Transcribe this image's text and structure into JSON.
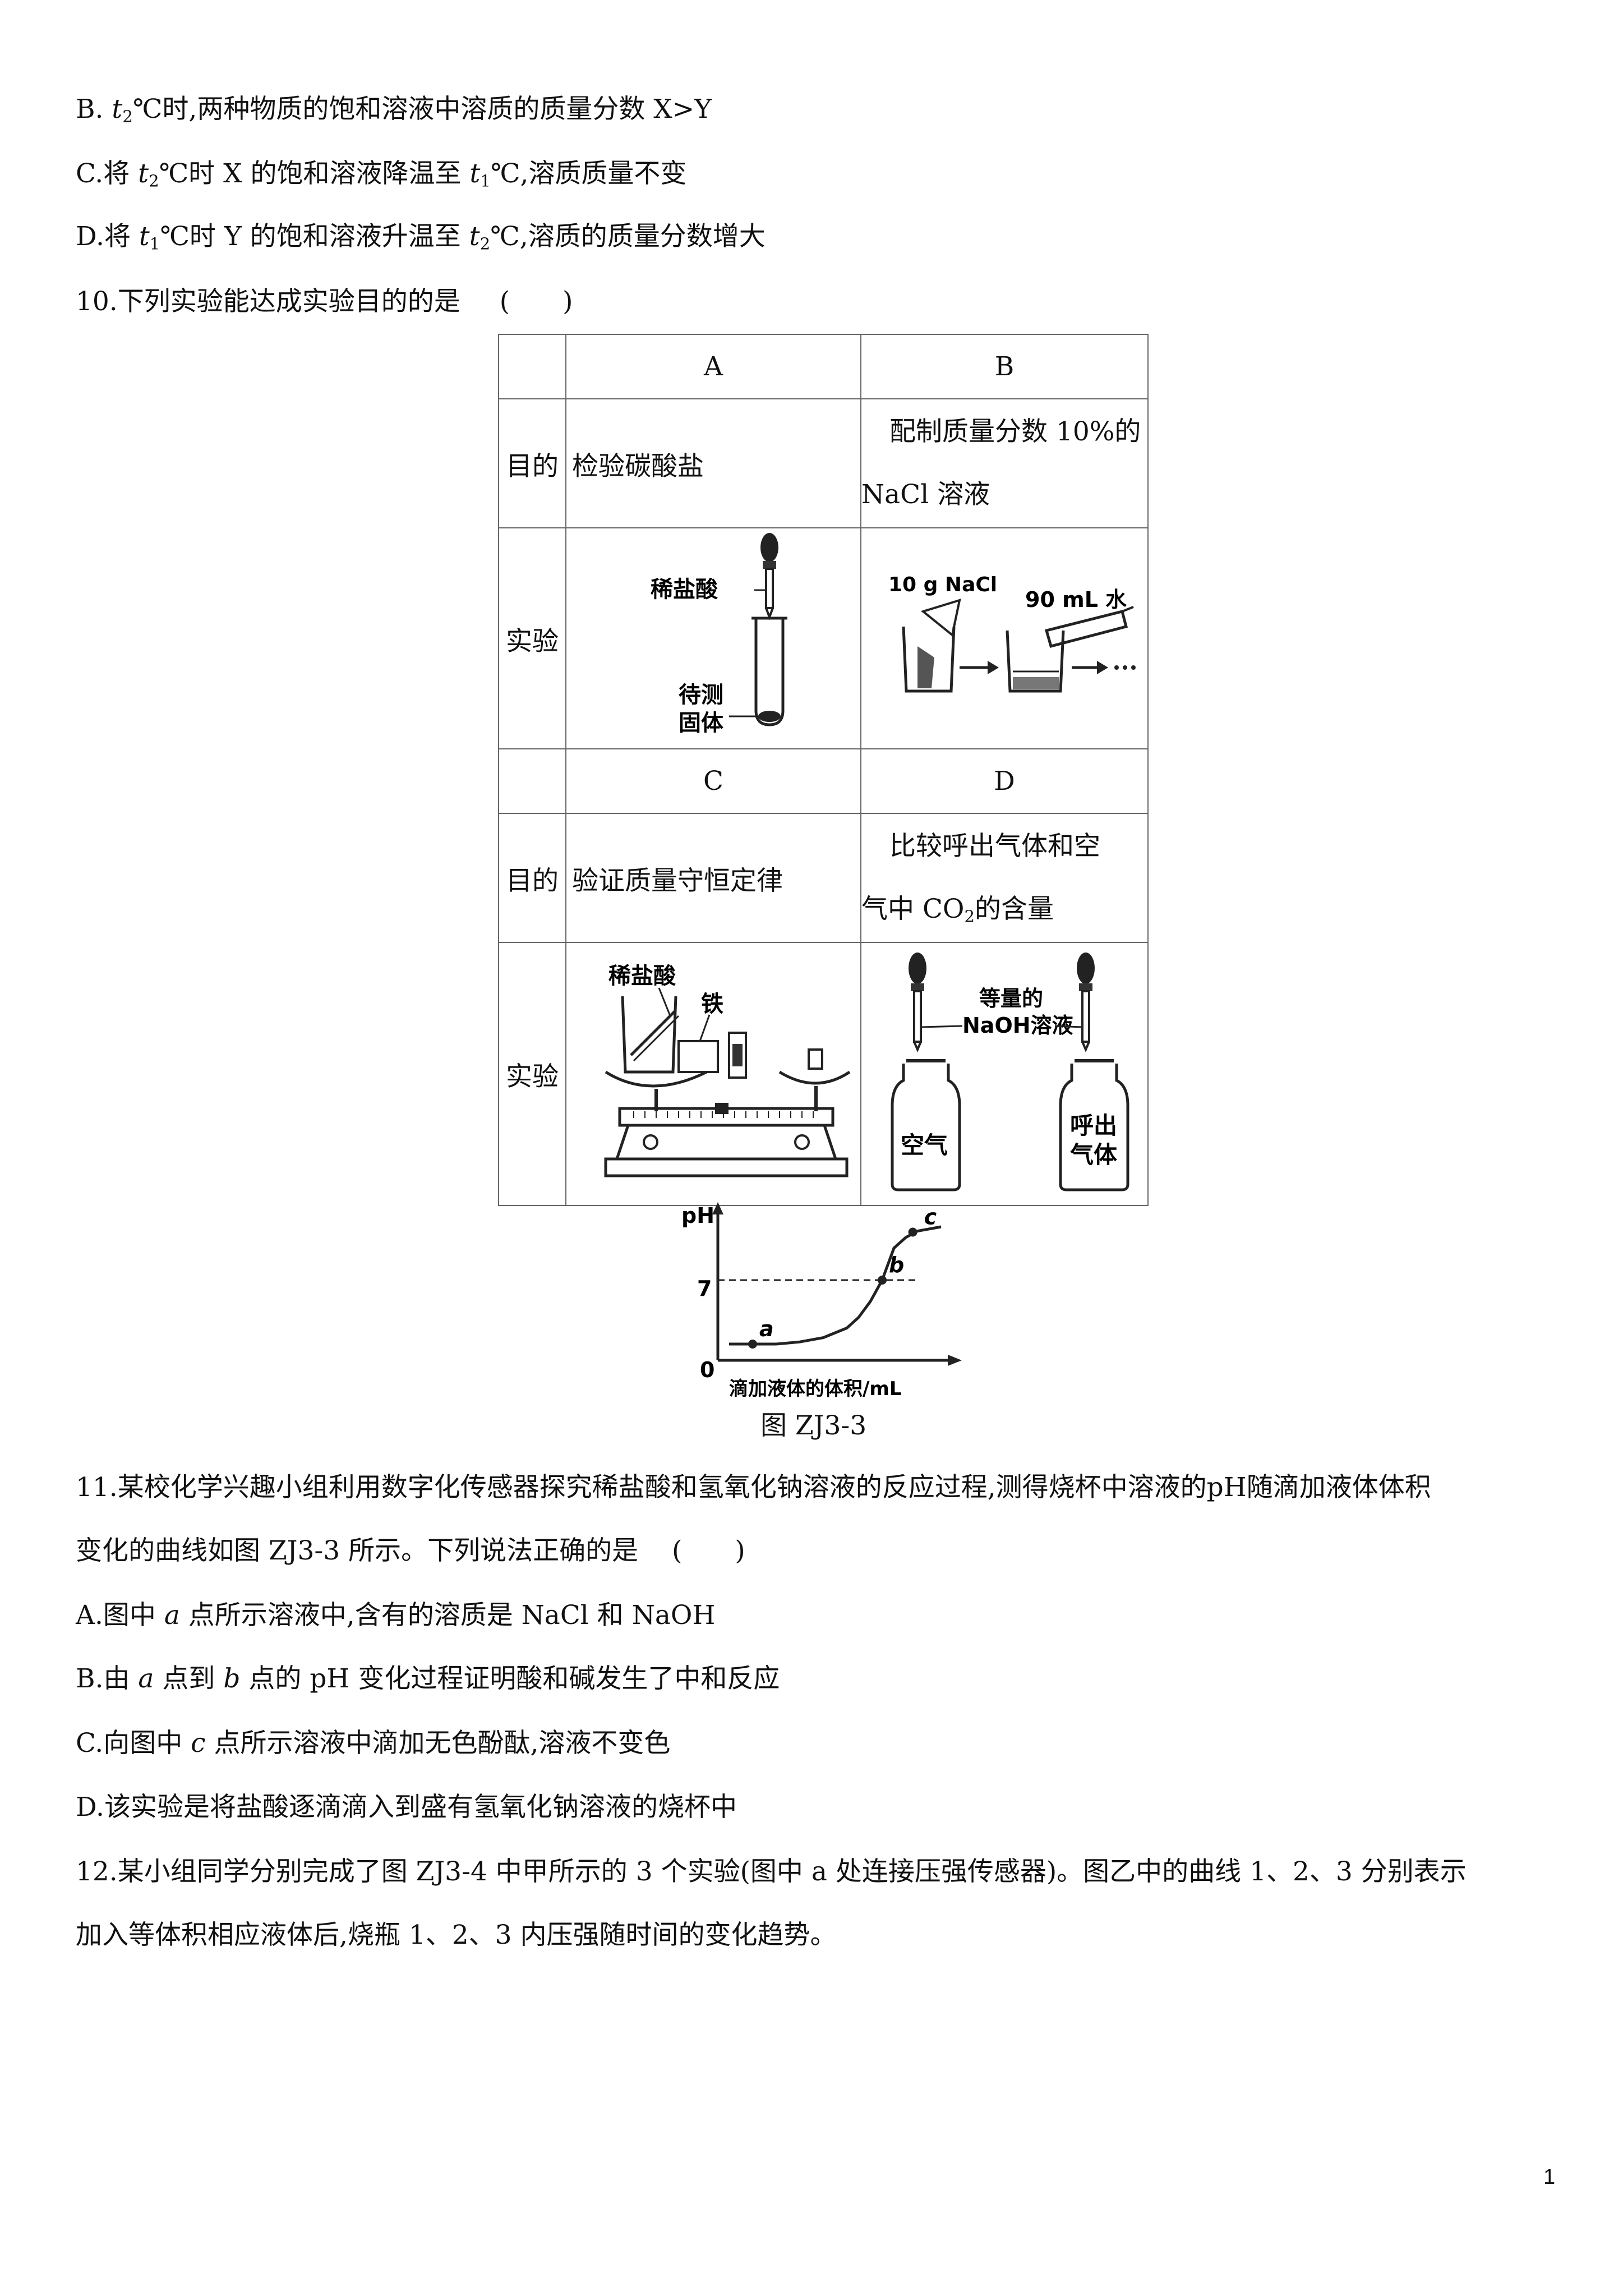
{
  "q9_options": {
    "B": {
      "pre": "B. ",
      "t": "t",
      "s": "2",
      "post": "℃时,两种物质的饱和溶液中溶质的质量分数 X>Y"
    },
    "C": {
      "pre": "C.将 ",
      "t1": "t",
      "s1": "2",
      "mid": "℃时 X 的饱和溶液降温至 ",
      "t2": "t",
      "s2": "1",
      "post": "℃,溶质质量不变"
    },
    "D": {
      "pre": "D.将 ",
      "t1": "t",
      "s1": "1",
      "mid": "℃时 Y 的饱和溶液升温至 ",
      "t2": "t",
      "s2": "2",
      "post": "℃,溶质的质量分数增大"
    }
  },
  "q10": {
    "stem": "10.下列实验能达成实验目的的是",
    "paren": "(　　)",
    "header_AB": [
      "A",
      "B"
    ],
    "header_CD": [
      "C",
      "D"
    ],
    "row_purpose": "目的",
    "row_experiment": "实验",
    "A_purpose": "检验碳酸盐",
    "B_purpose_1": "配制质量分数 10%的",
    "B_purpose_2": "NaCl 溶液",
    "C_purpose": "验证质量守恒定律",
    "D_purpose_1": "比较呼出气体和空",
    "D_purpose_2a": "气中 CO",
    "D_purpose_sub": "2",
    "D_purpose_2b": "的含量",
    "A_fig": {
      "acid": "稀盐酸",
      "solid_1": "待测",
      "solid_2": "固体"
    },
    "B_fig": {
      "salt": "10 g NaCl",
      "water": "90 mL 水"
    },
    "C_fig": {
      "acid": "稀盐酸",
      "iron": "铁"
    },
    "D_fig": {
      "label_1": "等量的",
      "label_2": "NaOH溶液",
      "air": "空气",
      "breath_1": "呼出",
      "breath_2": "气体"
    }
  },
  "figure_zj3_3": {
    "caption": "图 ZJ3-3",
    "ylabel": "pH",
    "xlabel": "滴加液体的体积/mL",
    "origin": "0",
    "y_ref_label": "7",
    "points": [
      "a",
      "b",
      "c"
    ]
  },
  "chart_data": {
    "type": "line",
    "title": "",
    "xlabel": "滴加液体的体积/mL",
    "ylabel": "pH",
    "reference_line_y": 7,
    "series": [
      {
        "x": [
          0,
          1,
          2,
          3,
          4,
          5,
          5.5,
          6,
          6.5,
          7,
          7.5,
          8,
          9
        ],
        "y": [
          1,
          1,
          1,
          1.2,
          1.6,
          2.5,
          3.5,
          5,
          7,
          10,
          11,
          11.6,
          12
        ]
      }
    ],
    "labeled_points": [
      {
        "label": "a",
        "x": 1,
        "y": 1
      },
      {
        "label": "b",
        "x": 6.5,
        "y": 7
      },
      {
        "label": "c",
        "x": 7.8,
        "y": 11.5
      }
    ]
  },
  "q11": {
    "stem_1": "11.某校化学兴趣小组利用数字化传感器探究稀盐酸和氢氧化钠溶液的反应过程,测得烧杯中溶液的pH随滴加液体体积",
    "stem_2": "变化的曲线如图 ZJ3-3 所示。下列说法正确的是",
    "paren": "(　　)",
    "A": {
      "pre": "A.图中 ",
      "v": "a",
      "post": " 点所示溶液中,含有的溶质是 NaCl 和 NaOH"
    },
    "B": {
      "pre": "B.由 ",
      "v1": "a",
      "mid": " 点到 ",
      "v2": "b",
      "post": " 点的 pH 变化过程证明酸和碱发生了中和反应"
    },
    "C": {
      "pre": "C.向图中 ",
      "v": "c",
      "post": " 点所示溶液中滴加无色酚酞,溶液不变色"
    },
    "D": "D.该实验是将盐酸逐滴滴入到盛有氢氧化钠溶液的烧杯中"
  },
  "q12": {
    "line_1": "12.某小组同学分别完成了图 ZJ3-4 中甲所示的 3 个实验(图中 a 处连接压强传感器)。图乙中的曲线 1、2、3 分别表示",
    "line_2": "加入等体积相应液体后,烧瓶 1、2、3 内压强随时间的变化趋势。"
  },
  "page_number": "1"
}
